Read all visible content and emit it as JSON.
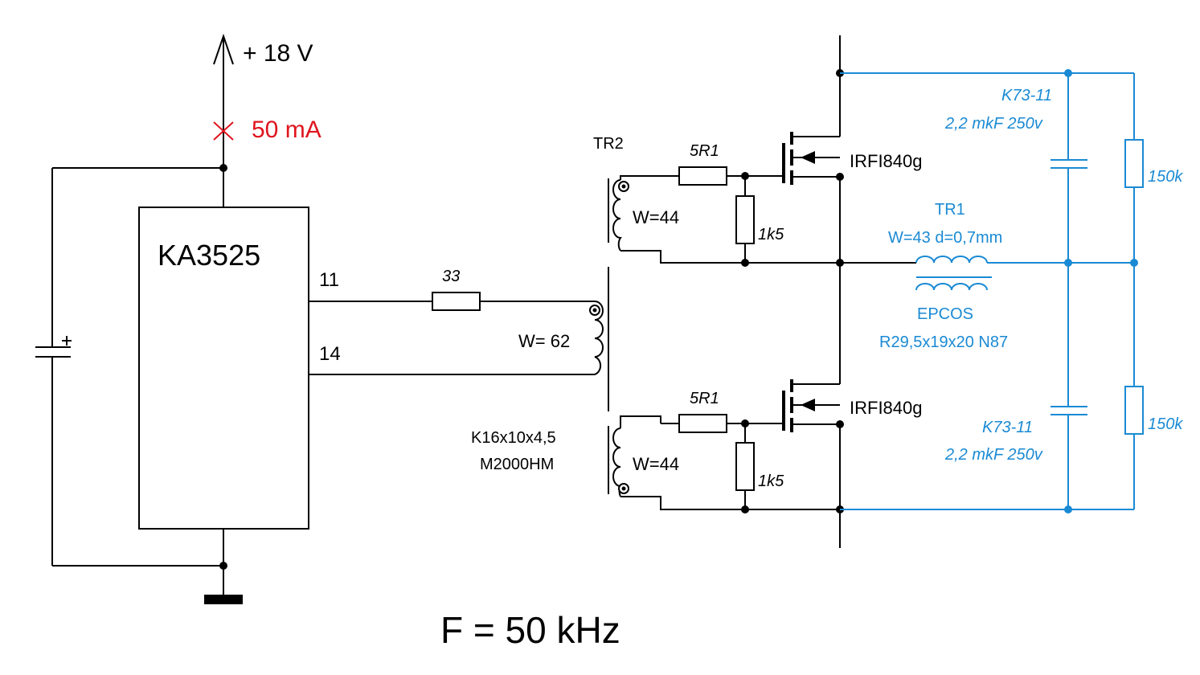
{
  "colors": {
    "wire": "#000000",
    "blue": "#1a8ad4",
    "red": "#e0141e"
  },
  "supply": {
    "voltage": "+ 18 V",
    "current": "50 mA"
  },
  "ic": {
    "name": "KA3525",
    "pin_a": "11",
    "pin_b": "14"
  },
  "gate_resistor": "33",
  "driver_transformer": {
    "name": "TR2",
    "primary_turns": "W= 62",
    "secondary_turns": "W=44",
    "core": "K16x10x4,5",
    "material": "M2000HM"
  },
  "upper_stage": {
    "gate_r": "5R1",
    "gs_r": "1k5",
    "mosfet": "IRFI840g"
  },
  "lower_stage": {
    "gate_r": "5R1",
    "gs_r": "1k5",
    "mosfet": "IRFI840g"
  },
  "output_transformer": {
    "name": "TR1",
    "spec": "W=43  d=0,7mm",
    "maker": "EPCOS",
    "core": "R29,5x19x20  N87"
  },
  "cap_upper": {
    "type": "K73-11",
    "value": "2,2 mkF  250v"
  },
  "cap_lower": {
    "type": "K73-11",
    "value": "2,2 mkF 250v"
  },
  "res_upper": "150k",
  "res_lower": "150k",
  "frequency": "F = 50 kHz"
}
